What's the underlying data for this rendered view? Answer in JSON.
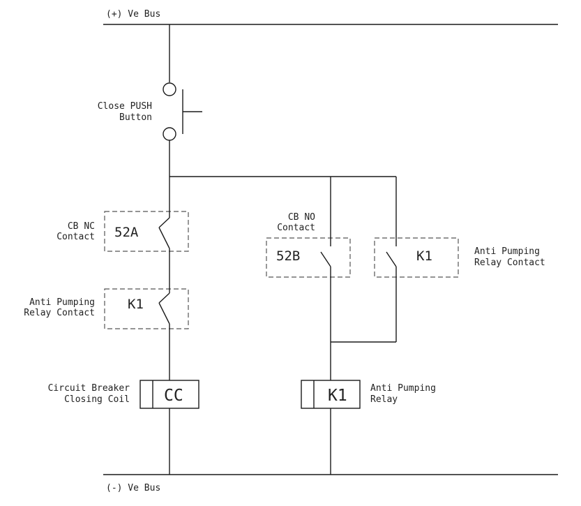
{
  "buses": {
    "positive_label": "(+) Ve Bus",
    "negative_label": "(-) Ve Bus"
  },
  "push_button": {
    "label_line1": "Close PUSH",
    "label_line2": "Button"
  },
  "cb_nc": {
    "label_line1": "CB NC",
    "label_line2": "Contact",
    "tag": "52A"
  },
  "anti_pump_nc": {
    "label_line1": "Anti Pumping",
    "label_line2": "Relay Contact",
    "tag": "K1"
  },
  "closing_coil": {
    "label_line1": "Circuit Breaker",
    "label_line2": "Closing Coil",
    "tag": "CC"
  },
  "cb_no": {
    "label_line1": "CB NO",
    "label_line2": "Contact",
    "tag": "52B"
  },
  "anti_pump_no": {
    "label_line1": "Anti Pumping",
    "label_line2": "Relay Contact",
    "tag": "K1"
  },
  "anti_pump_relay": {
    "label_line1": "Anti Pumping",
    "label_line2": "Relay",
    "tag": "K1"
  }
}
